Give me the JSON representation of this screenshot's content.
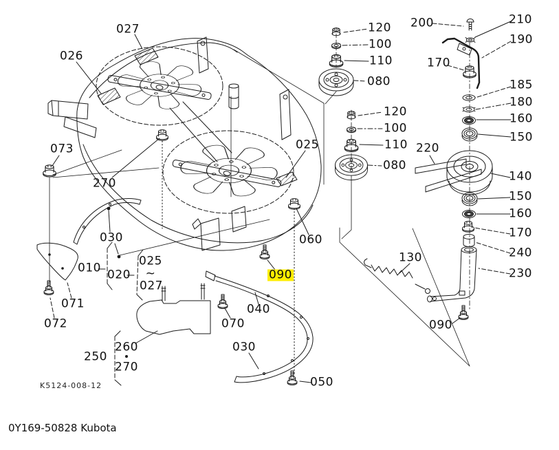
{
  "diagram": {
    "background": "#ffffff",
    "line_color": "#1a1a1a",
    "highlight": {
      "part": "090",
      "color": "#ffee00"
    },
    "footer": {
      "drawing_code": "K5124-008-12",
      "brand_ref": "0Y169-50828 Kubota"
    },
    "labels": [
      {
        "text": "027"
      },
      {
        "text": "026"
      },
      {
        "text": "073"
      },
      {
        "text": "270"
      },
      {
        "text": "120"
      },
      {
        "text": "100"
      },
      {
        "text": "110"
      },
      {
        "text": "080"
      },
      {
        "text": "120"
      },
      {
        "text": "100"
      },
      {
        "text": "110"
      },
      {
        "text": "080"
      },
      {
        "text": "025"
      },
      {
        "text": "200"
      },
      {
        "text": "210"
      },
      {
        "text": "190"
      },
      {
        "text": "170"
      },
      {
        "text": "185"
      },
      {
        "text": "180"
      },
      {
        "text": "160"
      },
      {
        "text": "150"
      },
      {
        "text": "220"
      },
      {
        "text": "140"
      },
      {
        "text": "150"
      },
      {
        "text": "160"
      },
      {
        "text": "170"
      },
      {
        "text": "240"
      },
      {
        "text": "230"
      },
      {
        "text": "060"
      },
      {
        "text": "130"
      },
      {
        "text": "090"
      },
      {
        "text": "050"
      },
      {
        "text": "030"
      },
      {
        "text": "010"
      },
      {
        "text": "020"
      },
      {
        "text": "025"
      },
      {
        "text": "~"
      },
      {
        "text": "027"
      },
      {
        "text": "071"
      },
      {
        "text": "072"
      },
      {
        "text": "260"
      },
      {
        "text": "250"
      },
      {
        "text": "270"
      },
      {
        "text": "070"
      },
      {
        "text": "040"
      },
      {
        "text": "030"
      },
      {
        "text": "090"
      }
    ]
  }
}
